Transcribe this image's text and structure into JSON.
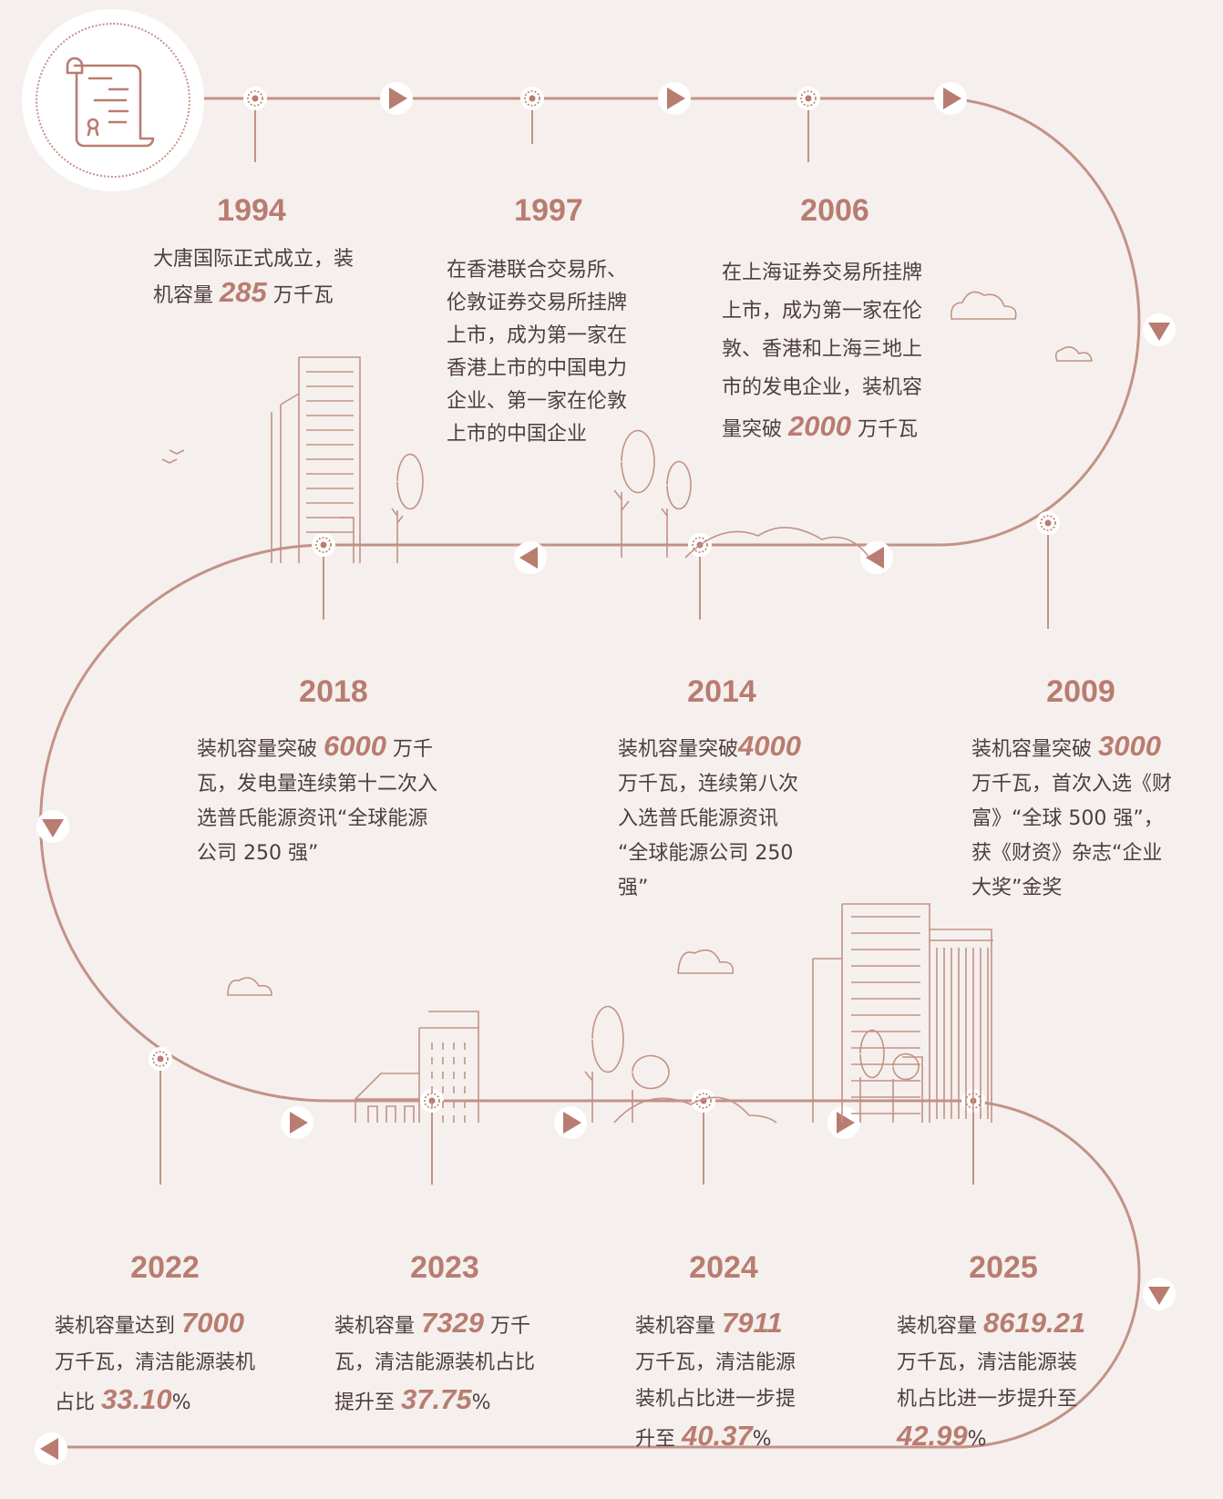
{
  "colors": {
    "line": "#c39286",
    "accent": "#b97c70",
    "text": "#4e3e3e",
    "background": "#f5f0ee"
  },
  "badge_icon": "certificate-scroll-icon",
  "milestones": [
    {
      "year": "1994",
      "desc": [
        "大唐国际正式成立，装",
        "机容量 ",
        {
          "hl": "285"
        },
        " 万千瓦"
      ]
    },
    {
      "year": "1997",
      "desc": [
        "在香港联合交易所、伦敦证券交易所挂牌上市，成为第一家在香港上市的中国电力企业、第一家在伦敦上市的中国企业"
      ]
    },
    {
      "year": "2006",
      "desc": [
        "在上海证券交易所挂牌上市，成为第一家在伦敦、香港和上海三地上市的发电企业，装机容量突破 ",
        {
          "hl": "2000"
        },
        " 万千瓦"
      ]
    },
    {
      "year": "2009",
      "desc": [
        "装机容量突破 ",
        {
          "hl": "3000"
        },
        " 万千瓦，首次入选《财富》“全球 500 强”，获《财资》杂志“企业大奖”金奖"
      ]
    },
    {
      "year": "2014",
      "desc": [
        "装机容量突破",
        {
          "hl": "4000"
        },
        " 万千瓦，连续第八次入选普氏能源资讯“全球能源公司 250 强”"
      ]
    },
    {
      "year": "2018",
      "desc": [
        "装机容量突破 ",
        {
          "hl": "6000"
        },
        " 万千瓦，发电量连续第十二次入选普氏能源资讯“全球能源公司 250 强”"
      ]
    },
    {
      "year": "2022",
      "desc": [
        "装机容量达到 ",
        {
          "hl": "7000"
        },
        " 万千瓦，清洁能源装机占比 ",
        {
          "hl": "33.10"
        },
        "%"
      ]
    },
    {
      "year": "2023",
      "desc": [
        "装机容量 ",
        {
          "hl": "7329"
        },
        " 万千瓦，清洁能源装机占比提升至 ",
        {
          "hl": "37.75"
        },
        "%"
      ]
    },
    {
      "year": "2024",
      "desc": [
        "装机容量 ",
        {
          "hl": "7911"
        },
        " 万千瓦，清洁能源装机占比进一步提升至 ",
        {
          "hl": "40.37"
        },
        "%"
      ]
    },
    {
      "year": "2025",
      "desc": [
        "装机容量 ",
        {
          "hl": "8619.21"
        },
        " 万千瓦，清洁能源装机占比进一步提升至 ",
        {
          "hl": "42.99"
        },
        "%"
      ]
    }
  ]
}
